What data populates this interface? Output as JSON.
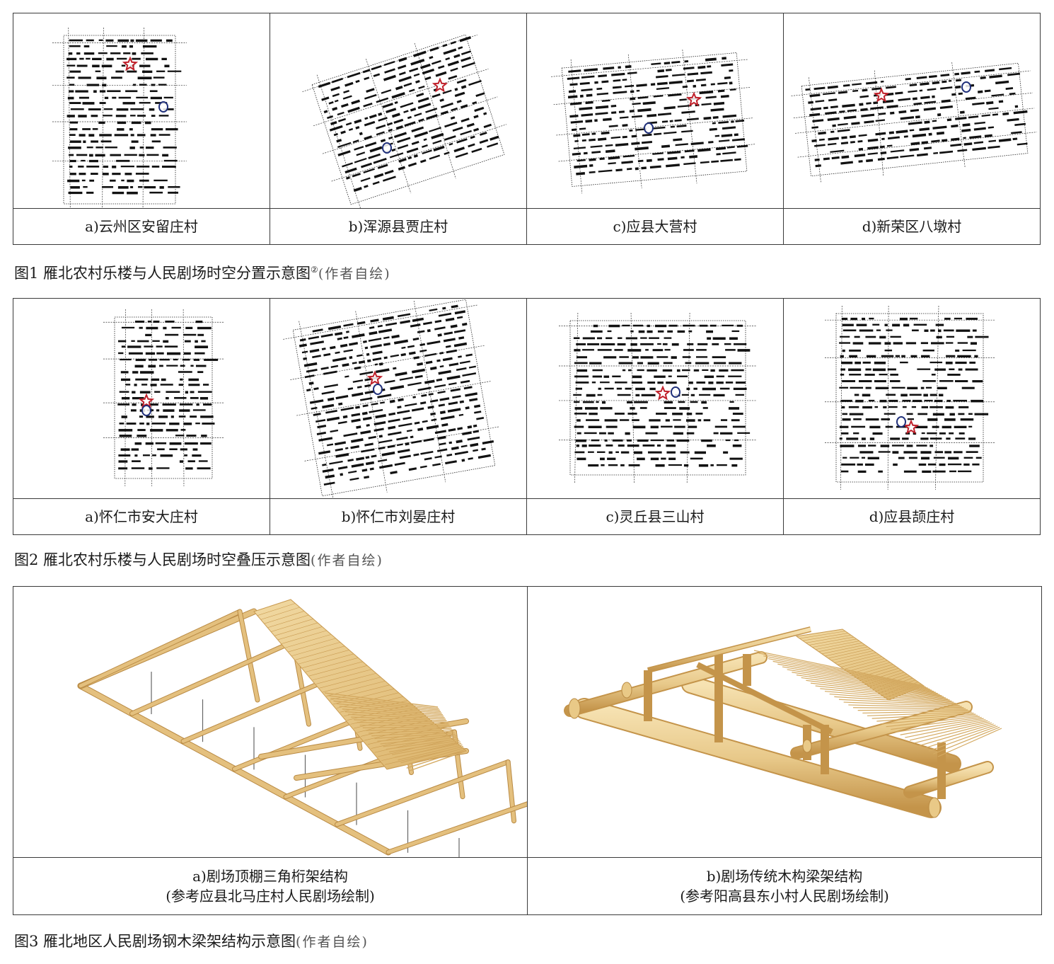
{
  "figure1": {
    "panels": [
      {
        "label": "a)云州区安留庄村"
      },
      {
        "label": "b)浑源县贾庄村"
      },
      {
        "label": "c)应县大营村"
      },
      {
        "label": "d)新荣区八墩村"
      }
    ],
    "caption": "图1  雁北农村乐楼与人民剧场时空分置示意图",
    "footnote_mark": "②",
    "note": "(作者自绘)"
  },
  "figure2": {
    "panels": [
      {
        "label": "a)怀仁市安大庄村"
      },
      {
        "label": "b)怀仁市刘晏庄村"
      },
      {
        "label": "c)灵丘县三山村"
      },
      {
        "label": "d)应县颉庄村"
      }
    ],
    "caption": "图2  雁北农村乐楼与人民剧场时空叠压示意图",
    "note": "(作者自绘)"
  },
  "figure3": {
    "panels": [
      {
        "label": "a)剧场顶棚三角桁架结构",
        "sublabel": "(参考应县北马庄村人民剧场绘制)"
      },
      {
        "label": "b)剧场传统木构梁架结构",
        "sublabel": "(参考阳高县东小村人民剧场绘制)"
      }
    ],
    "caption": "图3  雁北地区人民剧场钢木梁架结构示意图",
    "note": "(作者自绘)"
  },
  "colors": {
    "star": "#c0212b",
    "circle": "#1f2f7a",
    "wood": "#e8c98a",
    "wood_dark": "#c99b52",
    "border": "#3a3a3a"
  },
  "icons": {
    "star": "star-icon (乐楼)",
    "circle": "circle-icon (人民剧场)"
  }
}
